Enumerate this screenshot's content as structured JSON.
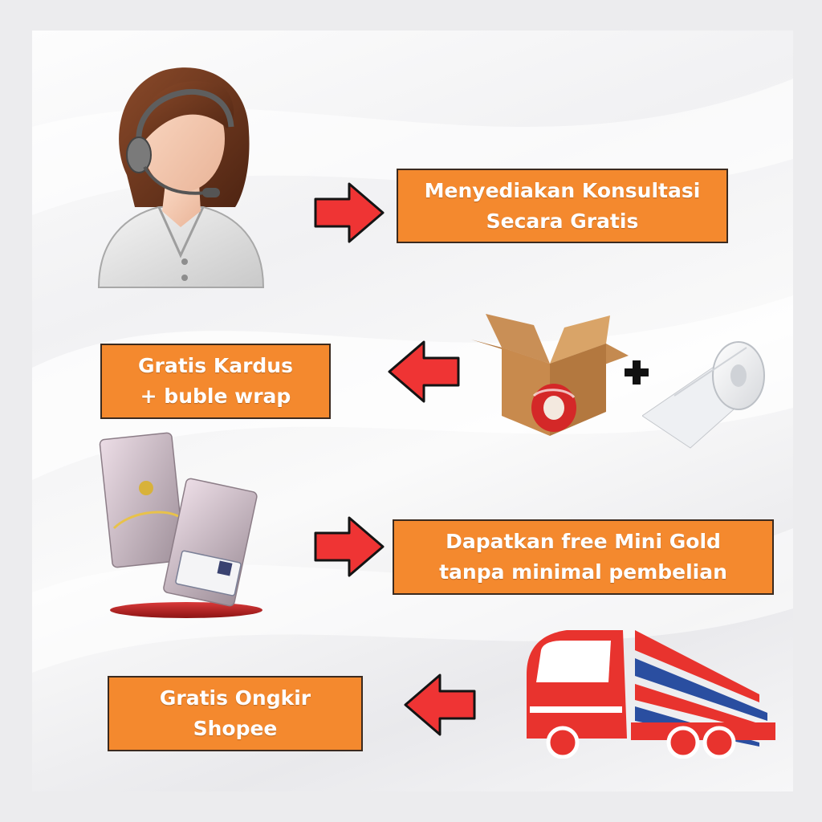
{
  "rows": [
    {
      "icon": "customer-service-agent-icon",
      "direction": "right",
      "lines": [
        "Menyediakan Konsultasi",
        "Secara Gratis"
      ]
    },
    {
      "icon": "cardboard-box-and-bubble-wrap-icon",
      "direction": "left",
      "lines": [
        "Gratis Kardus",
        "+ buble wrap"
      ]
    },
    {
      "icon": "mini-gold-card-icon",
      "direction": "right",
      "lines": [
        "Dapatkan free Mini Gold",
        "tanpa minimal pembelian"
      ]
    },
    {
      "icon": "delivery-truck-icon",
      "direction": "left",
      "lines": [
        "Gratis Ongkir",
        "Shopee"
      ]
    }
  ],
  "colors": {
    "label_bg": "#f4892e",
    "label_border": "#3b2a1f",
    "arrow_fill": "#ef3434",
    "arrow_stroke": "#141414",
    "truck_red": "#e8332e",
    "truck_blue": "#2a4ea0"
  }
}
